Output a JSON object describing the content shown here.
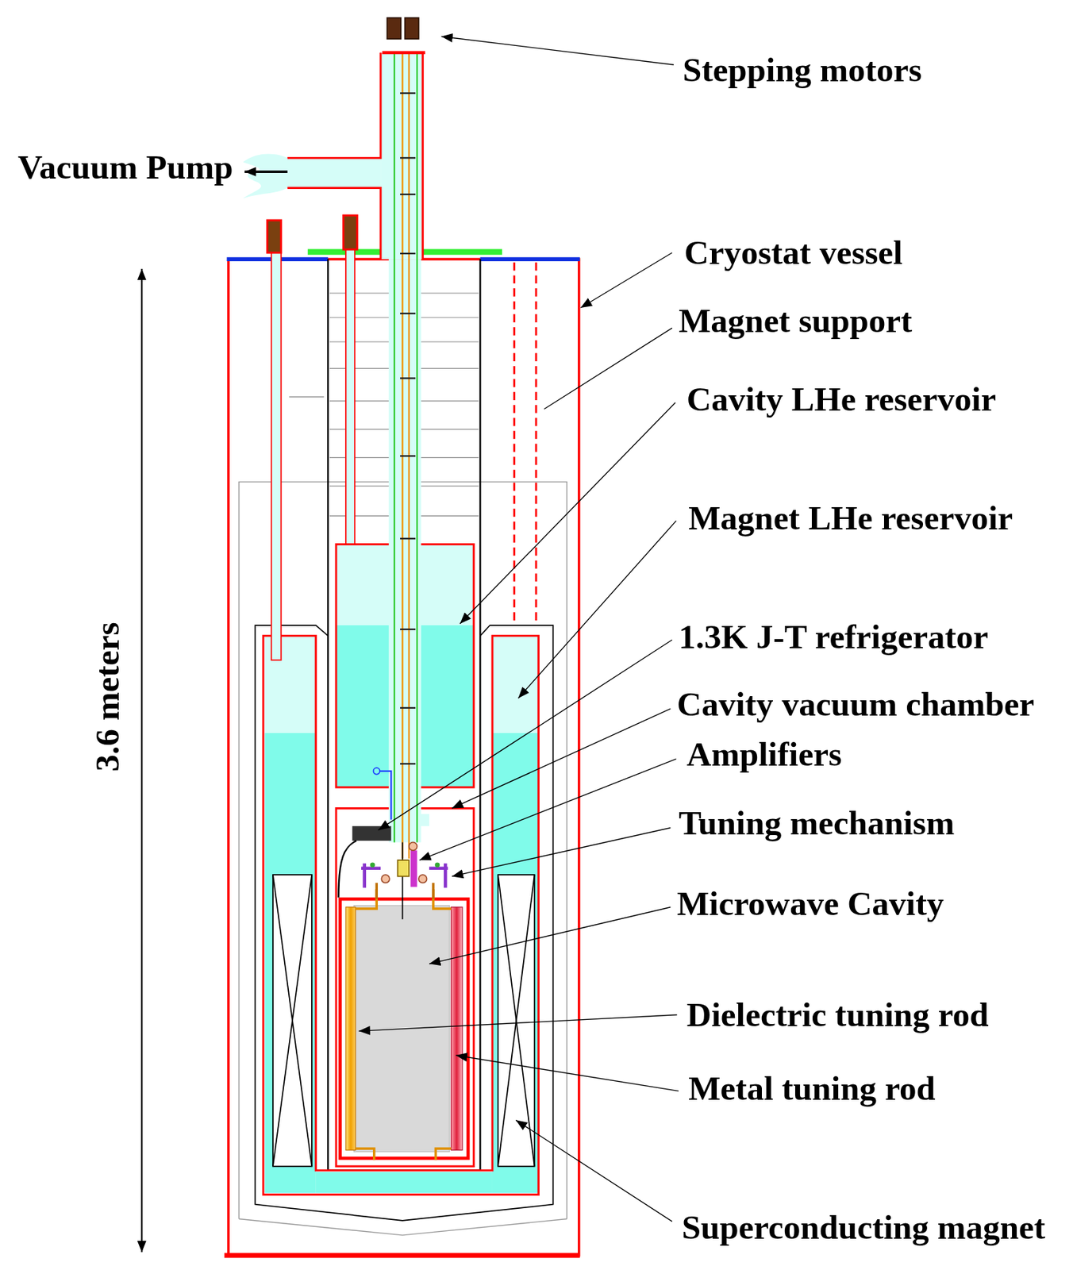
{
  "diagram": {
    "labels": [
      "Stepping motors",
      "Vacuum Pump",
      "Cryostat vessel",
      "Magnet support",
      "Cavity LHe reservoir",
      "Magnet LHe reservoir",
      "1.3K J-T refrigerator",
      "Cavity vacuum chamber",
      "Amplifiers",
      "Tuning mechanism",
      "Microwave Cavity",
      "Dielectric tuning rod",
      "Metal tuning rod",
      "Superconducting magnet",
      "3.6 meters"
    ]
  }
}
